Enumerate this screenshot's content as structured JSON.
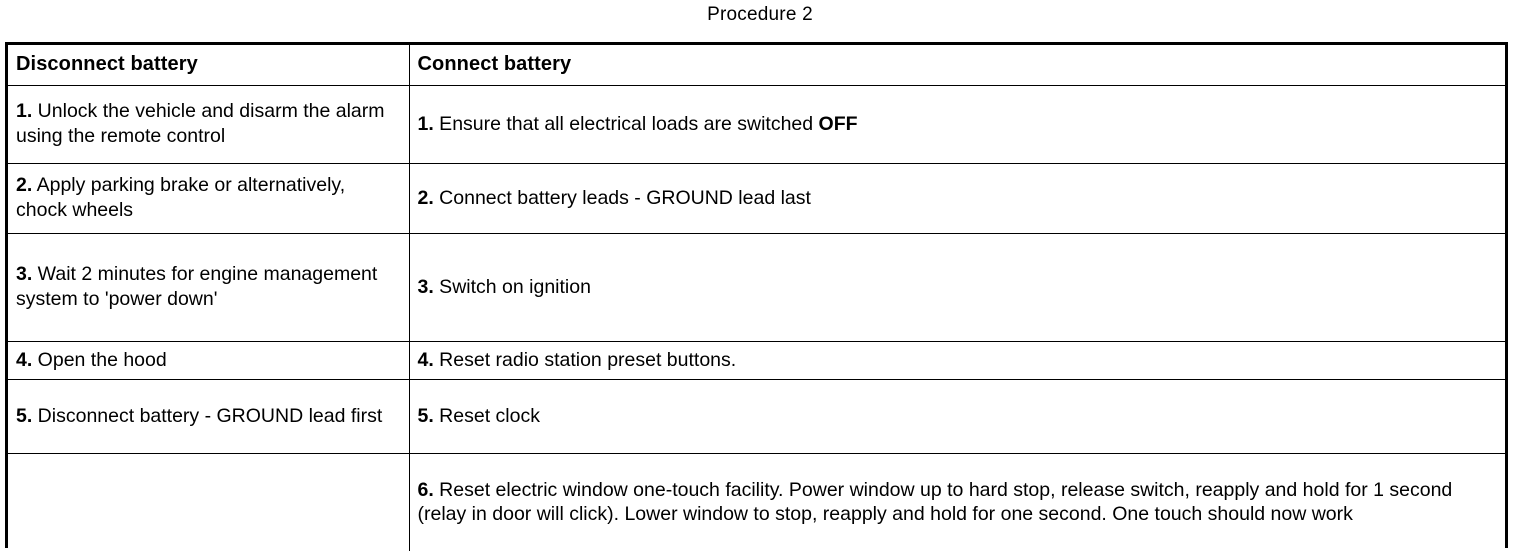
{
  "document": {
    "title": "Procedure 2"
  },
  "table": {
    "columns": [
      {
        "key": "disconnect",
        "header": "Disconnect battery"
      },
      {
        "key": "connect",
        "header": "Connect battery"
      }
    ],
    "rows": [
      {
        "left_num": "1.",
        "left_text": " Unlock the vehicle and disarm the alarm using the remote control",
        "right_num": "1.",
        "right_text_a": " Ensure that all electrical loads are switched ",
        "right_bold": "OFF",
        "right_text_b": ""
      },
      {
        "left_num": "2.",
        "left_text": " Apply parking brake or alternatively, chock wheels",
        "right_num": "2.",
        "right_text_a": " Connect battery leads - GROUND lead last",
        "right_bold": "",
        "right_text_b": ""
      },
      {
        "left_num": "3.",
        "left_text": " Wait 2 minutes for engine management system to 'power down'",
        "right_num": "3.",
        "right_text_a": " Switch on ignition",
        "right_bold": "",
        "right_text_b": ""
      },
      {
        "left_num": "4.",
        "left_text": " Open the hood",
        "right_num": "4.",
        "right_text_a": " Reset radio station preset buttons.",
        "right_bold": "",
        "right_text_b": ""
      },
      {
        "left_num": "5.",
        "left_text": " Disconnect battery - GROUND lead first",
        "right_num": "5.",
        "right_text_a": " Reset clock",
        "right_bold": "",
        "right_text_b": ""
      },
      {
        "left_num": "",
        "left_text": "",
        "right_num": "6.",
        "right_text_a": " Reset electric window one-touch facility. Power window up to hard stop, release switch, reapply and hold for 1 second (relay in door will click). Lower window to stop, reapply and hold for one second. One touch should now work",
        "right_bold": "",
        "right_text_b": ""
      }
    ]
  },
  "style": {
    "text_color": "#000000",
    "background_color": "#ffffff",
    "border_color": "#000000"
  }
}
